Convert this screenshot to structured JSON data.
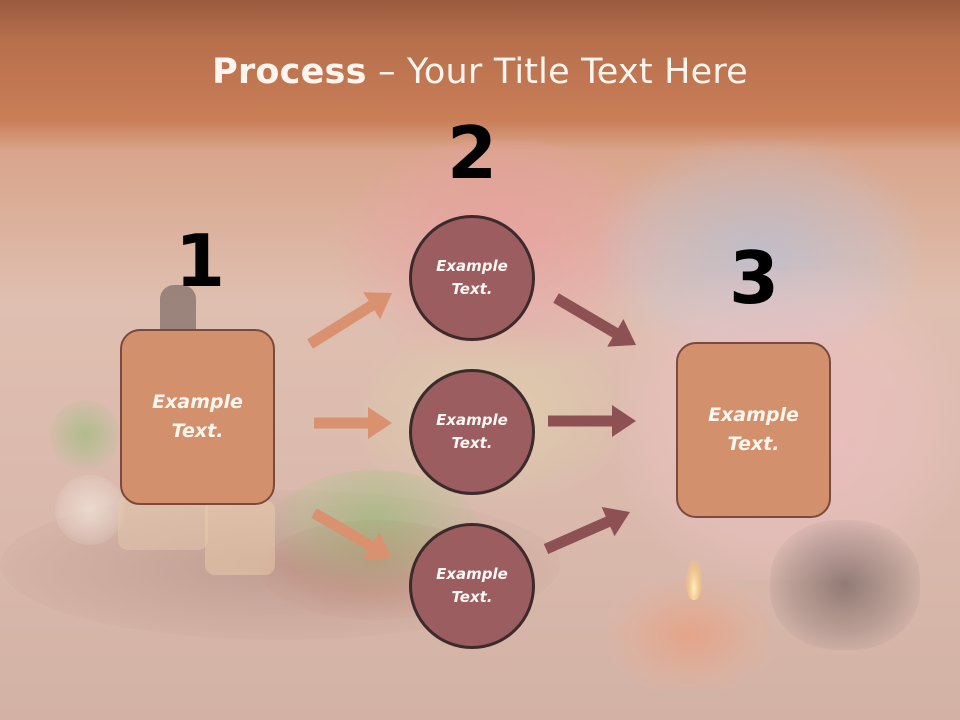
{
  "title": {
    "bold": "Process",
    "rest": " – Your Title Text Here"
  },
  "steps": [
    {
      "number": "1",
      "text": "Example\nText."
    },
    {
      "number": "2",
      "nodes": [
        "Example\nText.",
        "Example\nText.",
        "Example\nText."
      ]
    },
    {
      "number": "3",
      "text": "Example\nText."
    }
  ],
  "colors": {
    "box_fill": "#d2906c",
    "circle_fill": "#9b5d60",
    "arrow_in": "#d9916f",
    "arrow_out": "#8e5153"
  }
}
